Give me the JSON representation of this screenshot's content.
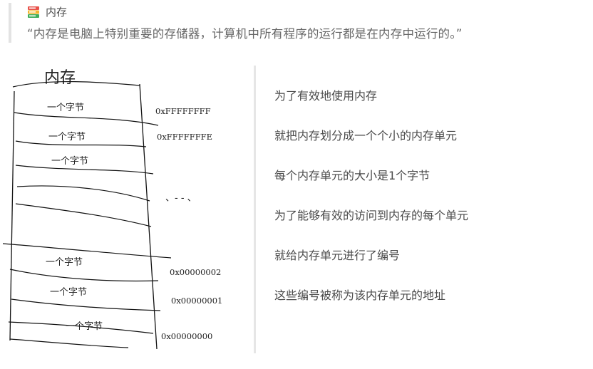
{
  "quote": {
    "heading": "内存",
    "text": "“内存是电脑上特别重要的存储器，计算机中所有程序的运行都是在内存中运行的。”"
  },
  "diagram": {
    "title": "内存",
    "byte_labels": [
      "一个字节",
      "一个字节",
      "一个字节",
      "一个字节",
      "一个字节",
      "一个字节"
    ],
    "addresses": [
      "0xFFFFFFFF",
      "0xFFFFFFFE",
      "0x00000002",
      "0x00000001",
      "0x00000000"
    ],
    "ellipsis": "、- - 、"
  },
  "notes": [
    "为了有效地使用内存",
    "就把内存划分成一个个小的内存单元",
    "每个内存单元的大小是1个字节",
    "为了能够有效的访问到内存的每个单元",
    "就给内存单元进行了编号",
    "这些编号被称为该内存单元的地址"
  ]
}
